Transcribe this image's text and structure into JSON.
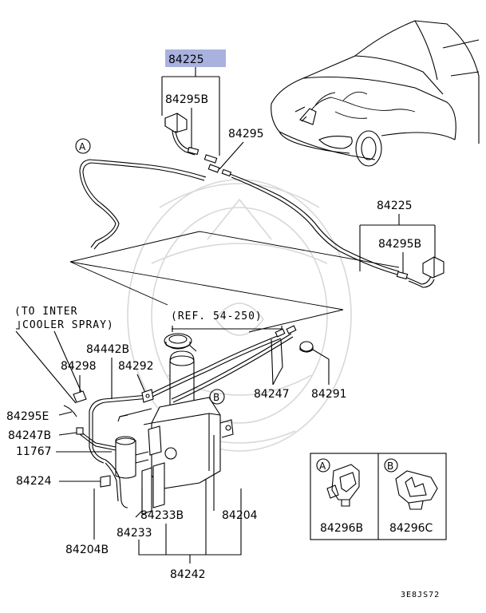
{
  "diagram": {
    "highlight_color": "#a9b2de",
    "watermark_color": "#d8d8d8",
    "labels": {
      "p84225_top": "84225",
      "p84295B_top": "84295B",
      "p84295": "84295",
      "callout_A": "A",
      "p84225_right": "84225",
      "p84295B_right": "84295B",
      "to_inter": "(TO INTER",
      "cooler_spray": "COOLER SPRAY)",
      "ref": "(REF. 54-250)",
      "p84442B": "84442B",
      "p84298": "84298",
      "p84292": "84292",
      "callout_B": "B",
      "p84295E": "84295E",
      "p84247B": "84247B",
      "p11767": "11767",
      "p84224": "84224",
      "p84204B": "84204B",
      "p84233B": "84233B",
      "p84233": "84233",
      "p84242": "84242",
      "p84204": "84204",
      "p84247": "84247",
      "p84291": "84291"
    },
    "detail_boxes": [
      {
        "callout": "A",
        "part": "84296B"
      },
      {
        "callout": "B",
        "part": "84296C"
      }
    ],
    "drawing_code": "3E8JS72"
  }
}
